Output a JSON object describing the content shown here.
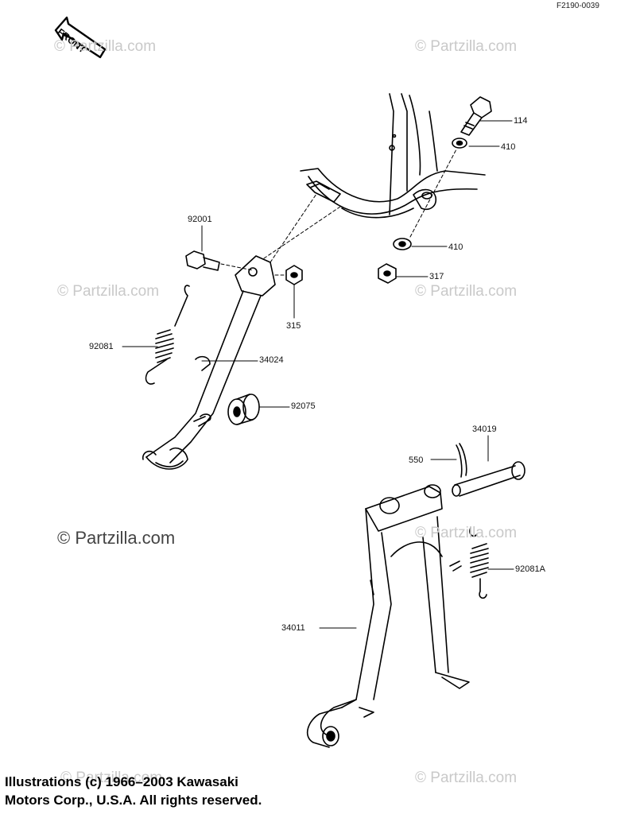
{
  "figure_code": "F2190-0039",
  "front_label": "FRONT",
  "watermark": "© Partzilla.com",
  "copyright_lines": [
    "Illustrations (c) 1966–2003 Kawasaki",
    "Motors Corp., U.S.A.  All rights reserved."
  ],
  "part_labels": {
    "p114": "114",
    "p410a": "410",
    "p410b": "410",
    "p317": "317",
    "p92001": "92001",
    "p315": "315",
    "p92081": "92081",
    "p34024": "34024",
    "p92075": "92075",
    "p34019": "34019",
    "p550": "550",
    "p92081a": "92081A",
    "p34011": "34011"
  }
}
